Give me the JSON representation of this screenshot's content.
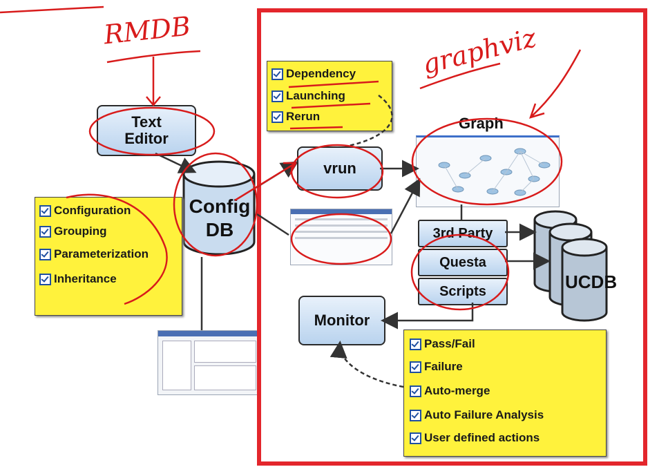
{
  "handwriting": {
    "rmdb": "RMDB",
    "graphviz": "graphviz"
  },
  "boxes": {
    "text_editor": "Text Editor",
    "config_db": "Config DB",
    "vrun": "vrun",
    "graph": "Graph",
    "third_party": "3rd Party",
    "questa": "Questa",
    "scripts": "Scripts",
    "monitor": "Monitor",
    "ucdb": "UCDB"
  },
  "notes": {
    "vrun_features": [
      "Dependency",
      "Launching",
      "Rerun"
    ],
    "config_features": [
      "Configuration",
      "Grouping",
      "Parameterization",
      "Inheritance"
    ],
    "monitor_features": [
      "Pass/Fail",
      "Failure",
      "Auto-merge",
      "Auto Failure Analysis",
      "User defined actions"
    ]
  },
  "colors": {
    "highlight_frame": "#e3262c",
    "annotation_ink": "#d81b1b",
    "note_yellow": "#fff23c",
    "box_fill": "#c9ddf2"
  }
}
